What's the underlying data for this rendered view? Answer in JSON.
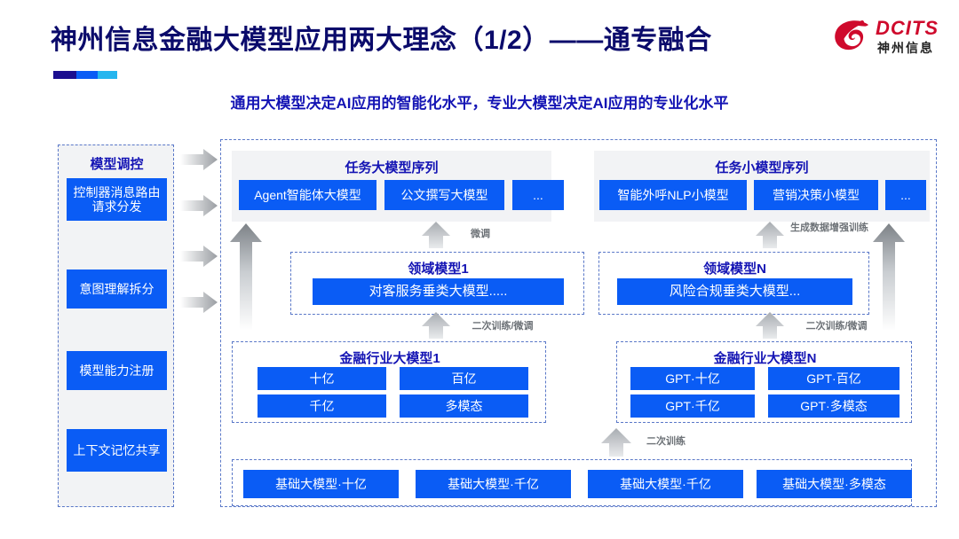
{
  "header": {
    "title": "神州信息金融大模型应用两大理念（1/2）——通专融合",
    "subtitle": "通用大模型决定AI应用的智能化水平，专业大模型决定AI应用的专业化水平",
    "logo_en": "DCITS",
    "logo_cn": "神州信息",
    "accent_colors": [
      "#1b0e8f",
      "#0a5cf5",
      "#25b6ef"
    ],
    "brand_red": "#cf0a2c",
    "title_color": "#0b0b6b",
    "subtitle_color": "#1414b4"
  },
  "sidebar": {
    "title": "模型调控",
    "items": [
      {
        "label": "控制器消息路由请求分发"
      },
      {
        "label": "意图理解拆分"
      },
      {
        "label": "模型能力注册"
      },
      {
        "label": "上下文记忆共享"
      }
    ]
  },
  "task_sequences": [
    {
      "title": "任务大模型序列",
      "chips": [
        "Agent智能体大模型",
        "公文撰写大模型",
        "..."
      ]
    },
    {
      "title": "任务小模型序列",
      "chips": [
        "智能外呼NLP小模型",
        "营销决策小模型",
        "..."
      ]
    }
  ],
  "domain_models": [
    {
      "title": "领域模型1",
      "chip": "对客服务垂类大模型....."
    },
    {
      "title": "领域模型N",
      "chip": "风险合规垂类大模型..."
    }
  ],
  "industry_models": [
    {
      "title": "金融行业大模型1",
      "chips": [
        "十亿",
        "百亿",
        "千亿",
        "多模态"
      ]
    },
    {
      "title": "金融行业大模型N",
      "chips": [
        "GPT·十亿",
        "GPT·百亿",
        "GPT·千亿",
        "GPT·多模态"
      ]
    }
  ],
  "base_models": {
    "chips": [
      "基础大模型·十亿",
      "基础大模型·千亿",
      "基础大模型·千亿",
      "基础大模型·多模态"
    ]
  },
  "arrow_labels": {
    "fine_tune_left": "微调",
    "data_aug_right": "生成数据增强训练",
    "retrain_left": "二次训练/微调",
    "retrain_right": "二次训练/微调",
    "retrain_base": "二次训练"
  }
}
